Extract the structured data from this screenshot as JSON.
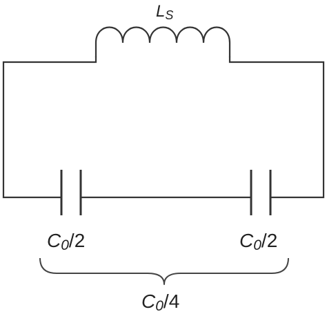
{
  "colors": {
    "stroke": "#333333",
    "background": "#ffffff"
  },
  "inductor": {
    "symbol": "L",
    "subscript": "S"
  },
  "capacitor_left": {
    "symbol": "C",
    "subscript": "0",
    "divisor": "/2"
  },
  "capacitor_right": {
    "symbol": "C",
    "subscript": "0",
    "divisor": "/2"
  },
  "equivalent": {
    "symbol": "C",
    "subscript": "0",
    "divisor": "/4"
  }
}
